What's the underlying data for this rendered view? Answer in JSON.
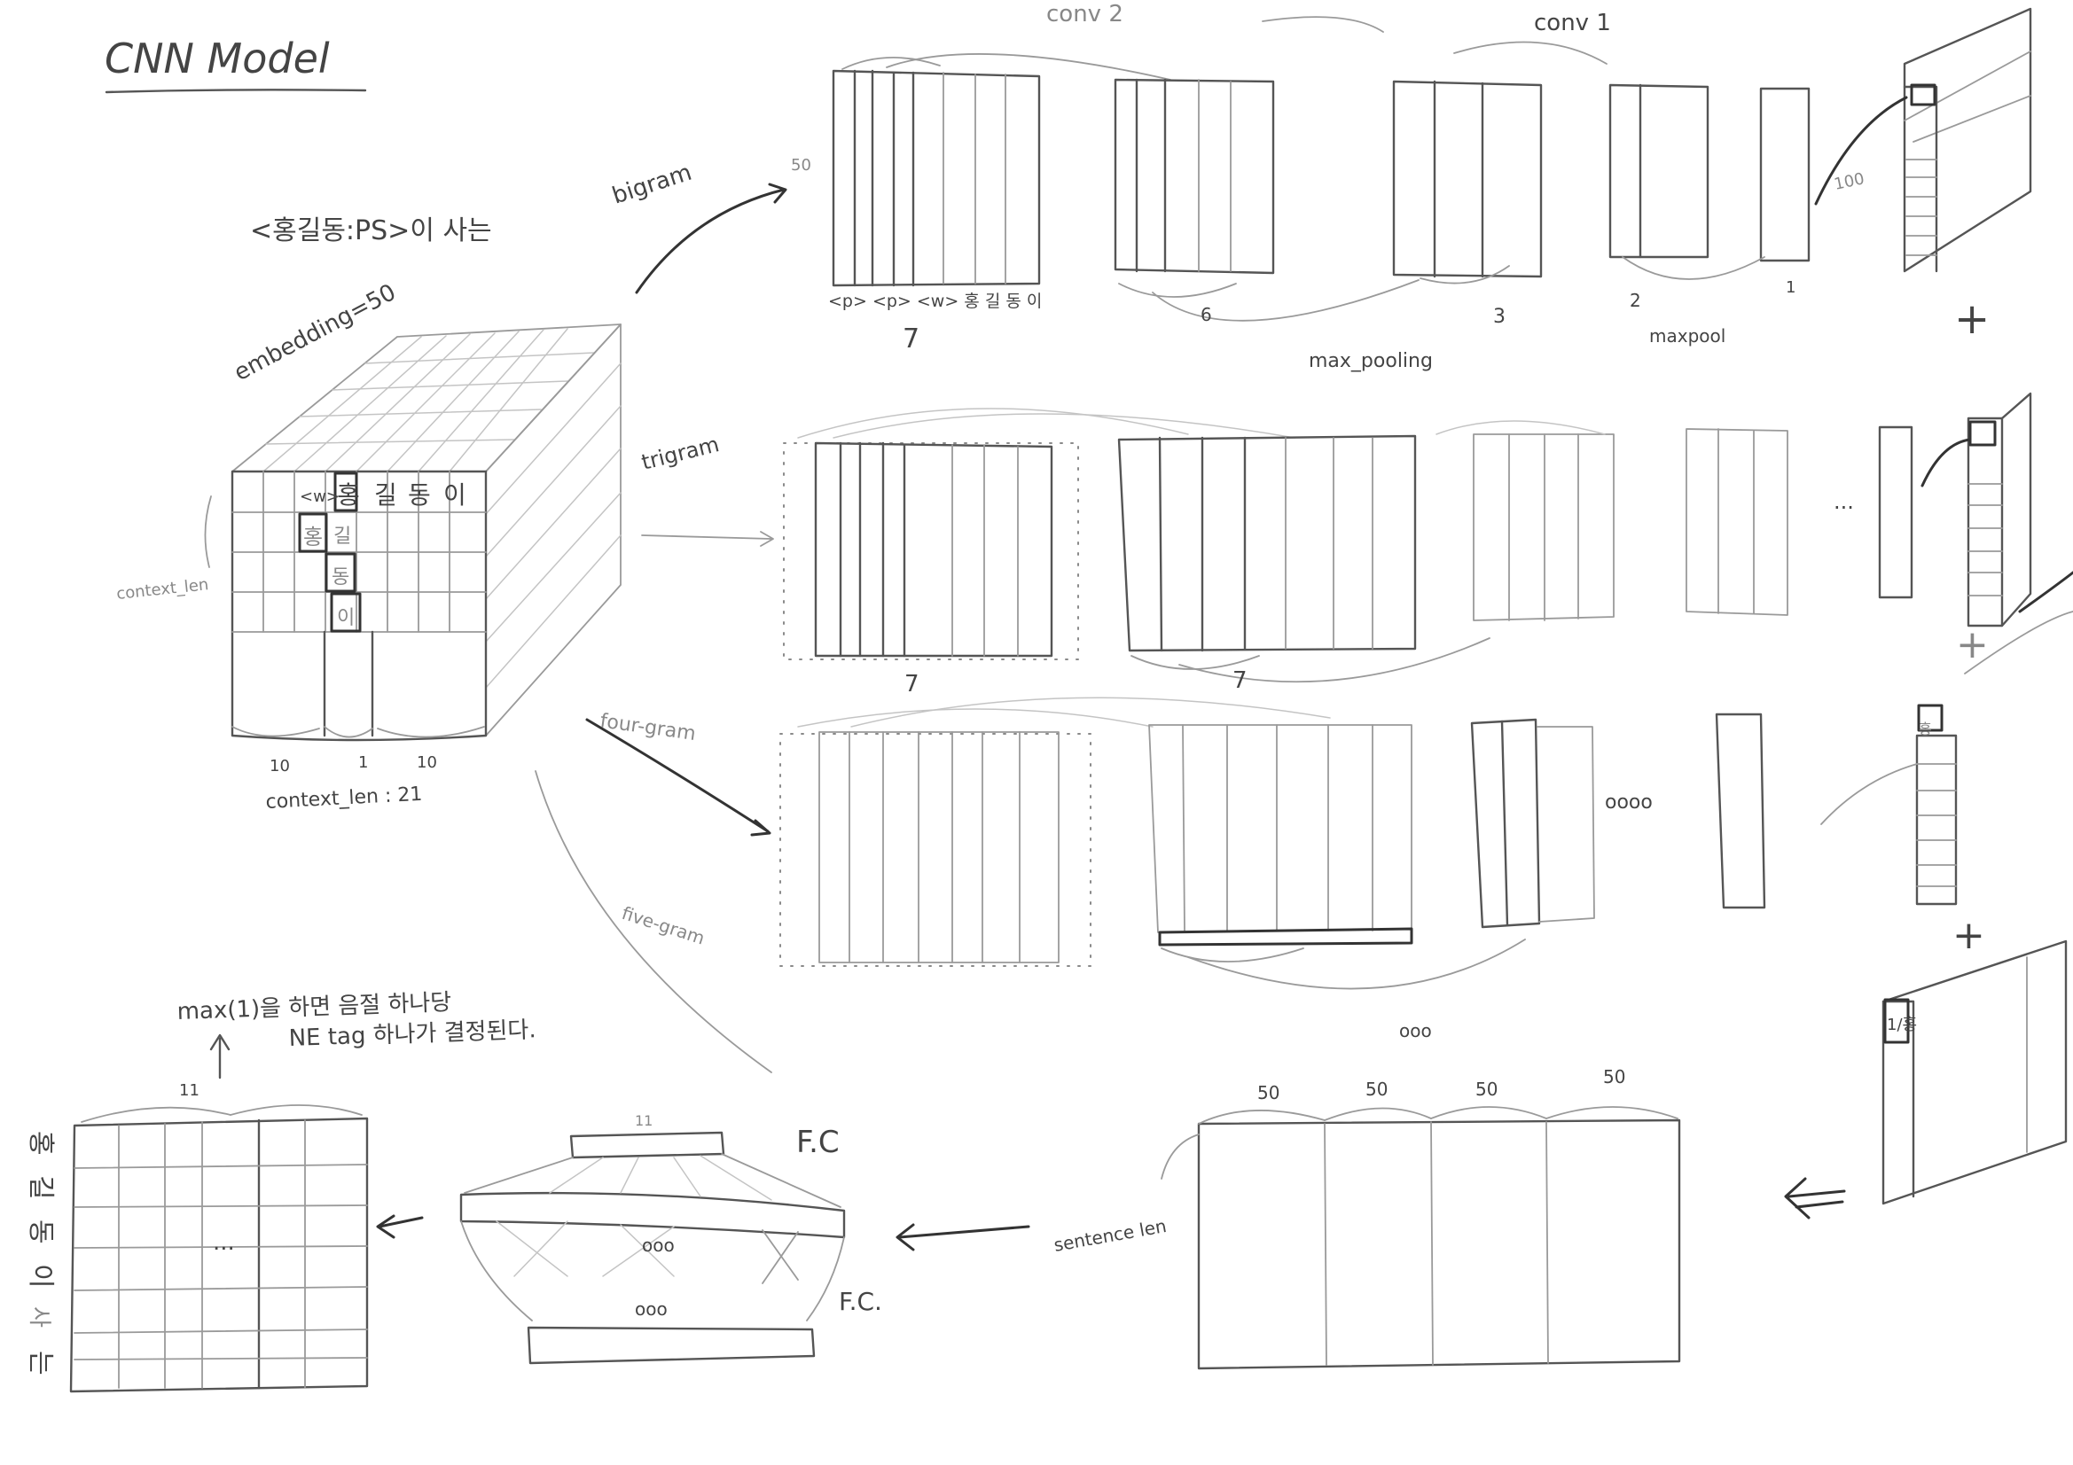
{
  "title": "CNN Model",
  "sentence": "<홍길동:PS>이 사는",
  "embedding_label": "embedding=50",
  "context_len_label": "context_len",
  "context_total_label": "context_len : 21",
  "context_counts": [
    "10",
    "1",
    "10"
  ],
  "input_tokens": [
    "<w>",
    "홍",
    "길",
    "동",
    "이"
  ],
  "side_chars": [
    "홍",
    "길",
    "동",
    "이"
  ],
  "branch_labels": {
    "bigram": "bigram",
    "trigram": "trigram",
    "fourgram": "four-gram",
    "fivegram": "five-gram"
  },
  "dim_50": "50",
  "row1_tokens": "<p> <p> <w> 홍 길 동 이",
  "row1_sizes": [
    "7",
    "6",
    "3",
    "2",
    "1"
  ],
  "row2_sizes": [
    "7",
    "7"
  ],
  "conv_labels": [
    "conv 2",
    "conv 1"
  ],
  "maxpool_label": "maxpool",
  "max_pooling_label": "max_pooling",
  "dim_100": "100",
  "ellipsis": "...",
  "ellipsis_dots": "oooo",
  "plus": "+",
  "concat_dims": [
    "50",
    "50",
    "50",
    "50"
  ],
  "concat_dots": "ooo",
  "fraction_label": "1/홍",
  "mini_label": "홍",
  "sentence_len_label": "sentence len",
  "fc_label_top": "F.C",
  "fc_label_bottom": "F.C.",
  "fc_dim": "11",
  "fc_dots_top": "ooo",
  "fc_dots_bottom": "ooo",
  "output_dim": "11",
  "output_chars": [
    "홍",
    "길",
    "동",
    "이",
    "사",
    "는"
  ],
  "output_dots": "...",
  "note_line1": "max(1)을 하면  음절 하나당",
  "note_line2": "NE tag 하나가 결정된다."
}
